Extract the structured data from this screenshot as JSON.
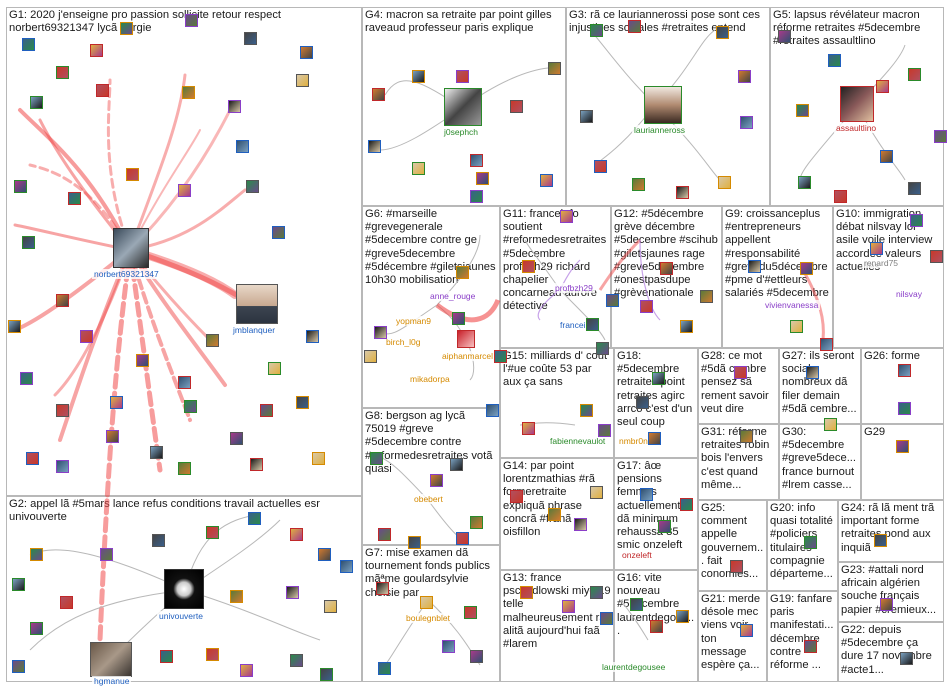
{
  "colors": {
    "page_bg": "#ffffff",
    "panel_border": "#b8b8b8",
    "edge_strong": "#f04a4a",
    "edge_faint": "#f5b0b0",
    "edge_gray": "#b8b8b8",
    "label_blue": "#1f5fbf",
    "label_green": "#2a8a2a",
    "label_orange": "#d58a00",
    "label_red": "#c0282a",
    "label_purple": "#8a3ec8",
    "label_gray": "#808080"
  },
  "groups": [
    {
      "id": "G1",
      "text": "G1: 2020 j'enseigne pro passion sollicite retour respect norbert69321347 lycã nergie"
    },
    {
      "id": "G2",
      "text": "G2: appel lã #5mars lance refus conditions travail actuelles esr univouverte"
    },
    {
      "id": "G3",
      "text": "G3: rã ce lauriannerossi pose sont ces injustices sociales #retraites entend"
    },
    {
      "id": "G4",
      "text": "G4: macron sa retraite par point gilles raveaud professeur paris explique"
    },
    {
      "id": "G5",
      "text": "G5: lapsus révélateur macron réforme retraites #5decembre #retraites assaultlino"
    },
    {
      "id": "G6",
      "text": "G6: #marseille #grevegenerale #5decembre contre ge #greve5decembre #5décembre #giletsjaunes 10h30 mobilisation"
    },
    {
      "id": "G7",
      "text": "G7: mise examen dã tournement fonds publics mãªme goulardsylvie choisie par"
    },
    {
      "id": "G8",
      "text": "G8: bergson ag lycã 75019 #greve #5decembre contre #reformedesretraites votã quasi"
    },
    {
      "id": "G9",
      "text": "G9: croissanceplus #entrepreneurs appellent #responsabilité #grevedu5décembre #pme d'#ettleurs salariés #5decembre"
    },
    {
      "id": "G10",
      "text": "G10: immigration débat nilsvay loi asile voile interview accordée valeurs actuelles"
    },
    {
      "id": "G11",
      "text": "G11: franceinfo soutient #reformedesretraites #5decembre profbzh29 richard chapelier concarneau aurore détective"
    },
    {
      "id": "G12",
      "text": "G12: #5décembre grève décembre #5decembre #scihub #giletsjaunes rage #greve5decembre #onestpasdupe #grèvenationale"
    },
    {
      "id": "G13",
      "text": "G13: france pschydlowski miyel19 telle malheureusement rã alitã aujourd'hui faã #larem"
    },
    {
      "id": "G14",
      "text": "G14: par point lorentzmathias #rã formeretraite expliquã phrase concrã #franã oisfillon"
    },
    {
      "id": "G15",
      "text": "G15: milliards d' coût l'#ue coûte 53 par aux ça sans"
    },
    {
      "id": "G16",
      "text": "G16: vite nouveau #5decembre laurentdegous..."
    },
    {
      "id": "G17",
      "text": "G17: âœ pensions femmes actuellement dã minimum rehaussã 85 smic onzeleft"
    },
    {
      "id": "G18",
      "text": "G18: #5decembre retraites point retraites agirc arrco c'est d'un seul coup"
    },
    {
      "id": "G19",
      "text": "G19: fanfare paris manifestati... décembre contre réforme ..."
    },
    {
      "id": "G20",
      "text": "G20: info quasi totalité #policiers titulaires compagnie départeme..."
    },
    {
      "id": "G21",
      "text": "G21: merde désole mec viens voir ton message espère ça..."
    },
    {
      "id": "G22",
      "text": "G22: depuis #5decembre ça dure 17 novembre #acte1..."
    },
    {
      "id": "G23",
      "text": "G23: #attali nord africain algérien souche français papier #cremieux..."
    },
    {
      "id": "G24",
      "text": "G24: rã lã ment trã important forme retraites pond aux inquiã"
    },
    {
      "id": "G25",
      "text": "G25: comment appelle gouvernem... fait conomies..."
    },
    {
      "id": "G26",
      "text": "G26: forme"
    },
    {
      "id": "G27",
      "text": "G27: ils seront sociale nombreux dã filer demain #5dã cembre..."
    },
    {
      "id": "G28",
      "text": "G28: ce mot #5dã cembre pensez sã rement savoir veut dire"
    },
    {
      "id": "G29",
      "text": "G29"
    },
    {
      "id": "G30",
      "text": "G30: #5decembre #greve5dece... france burnout #lrem casse..."
    },
    {
      "id": "G31",
      "text": "G31: réforme retraites robin bois l'envers c'est quand même..."
    }
  ],
  "node_labels": {
    "norbert": "norbert69321347",
    "jmblanquer": "jmblanquer",
    "univouverte": "univouverte",
    "hgmanue": "hgmanue",
    "j0sephch": "j0sephch",
    "laurianne": "laurianneross",
    "assaultlino": "assaultlino",
    "nilsvay": "nilsvay",
    "profbzh29": "profbzh29",
    "franceinfo": "franceinfo",
    "yopman9": "yopman9",
    "birch": "birch_l0g",
    "aiphanmarcel": "aiphanmarcel",
    "mikadorpa": "mikadorpa",
    "anne_rouge": "anne_rouge",
    "obebert": "obebert",
    "boulegnblet": "boulegnblet",
    "fabienne": "fabiennevaulot",
    "nmbr0ne": "nmbr0ne",
    "onzeleft": "onzeleft",
    "laurentdegousee": "laurentdegousee",
    "vivianne": "vivienvanessa",
    "renard": "renard75"
  }
}
